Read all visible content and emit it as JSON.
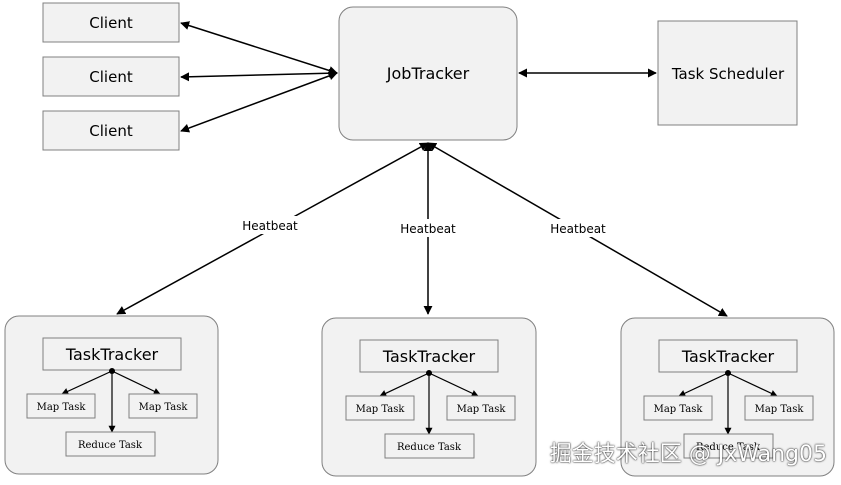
{
  "nodes": {
    "client1": "Client",
    "client2": "Client",
    "client3": "Client",
    "jobtracker": "JobTracker",
    "scheduler": "Task Scheduler",
    "tracker1": {
      "title": "TaskTracker",
      "map_a": "Map Task",
      "map_b": "Map Task",
      "reduce": "Reduce Task"
    },
    "tracker2": {
      "title": "TaskTracker",
      "map_a": "Map Task",
      "map_b": "Map Task",
      "reduce": "Reduce Task"
    },
    "tracker3": {
      "title": "TaskTracker",
      "map_a": "Map Task",
      "map_b": "Map Task",
      "reduce": "Reduce Task"
    }
  },
  "edges": {
    "heartbeat1": "Heatbeat",
    "heartbeat2": "Heatbeat",
    "heartbeat3": "Heatbeat"
  },
  "watermark": "掘金技术社区 @ JxWang05",
  "colors": {
    "box_fill": "#f2f2f2",
    "stroke": "#808080",
    "arrow": "#000000"
  }
}
